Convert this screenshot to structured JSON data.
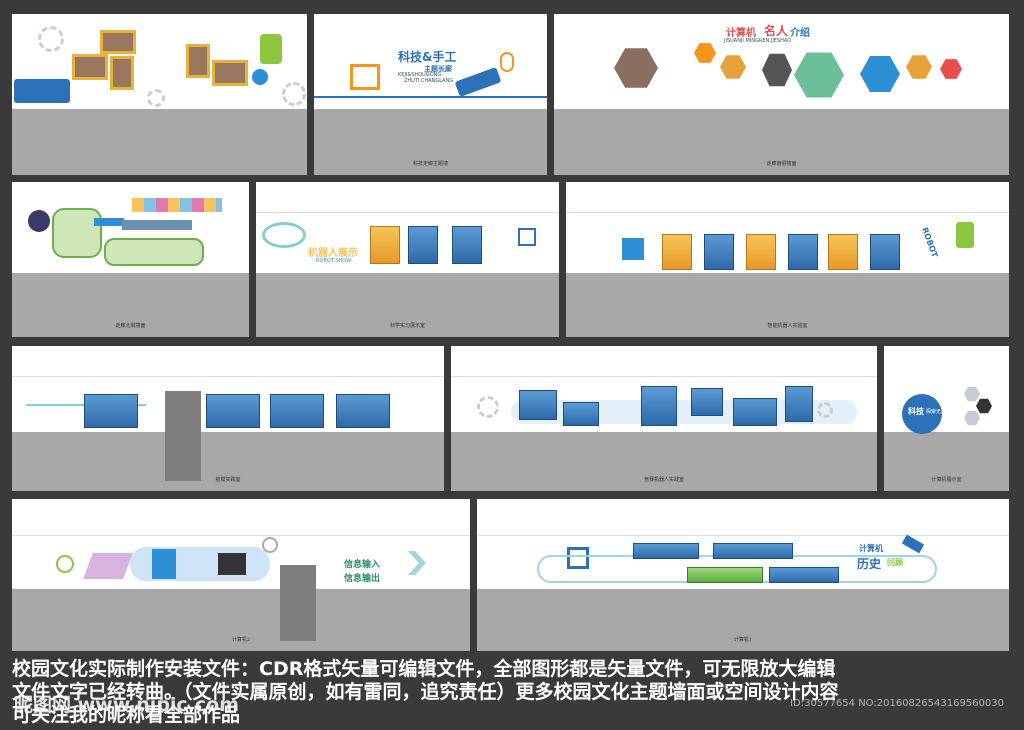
{
  "panels": [
    {
      "id": "p1",
      "caption": "",
      "titles": []
    },
    {
      "id": "p2",
      "caption": "科技走廊主题墙",
      "titles": [
        "科技&手工",
        "主题长廊",
        "KEJI&SHOUGONG",
        "ZHUTI CHANGLANG"
      ]
    },
    {
      "id": "p3",
      "caption": "走廊南侧墙面",
      "titles": [
        "计算机",
        "名人",
        "介绍",
        "JISUANJI MINGREN JIESHAO"
      ]
    },
    {
      "id": "p4",
      "caption": "走廊北侧墙面",
      "titles": []
    },
    {
      "id": "p5",
      "caption": "科学实习展示室",
      "titles": [
        "机器人展示",
        "ROBOT SHOW"
      ]
    },
    {
      "id": "p6",
      "caption": "智能机器人实验室",
      "titles": [
        "ROBOT"
      ]
    },
    {
      "id": "p7",
      "caption": "航模实践室",
      "titles": []
    },
    {
      "id": "p8",
      "caption": "竞赛机器人实践室",
      "titles": []
    },
    {
      "id": "p9",
      "caption": "计算机展示室",
      "titles": [
        "科技",
        "探索无止境"
      ]
    },
    {
      "id": "p10",
      "caption": "计算机2",
      "titles": [
        "信息输入",
        "信息输出"
      ]
    },
    {
      "id": "p11",
      "caption": "计算机1",
      "titles": [
        "计算机",
        "历史",
        "回顾"
      ]
    }
  ],
  "footer": {
    "line1": "校园文化实际制作安装文件：CDR格式矢量可编辑文件，全部图形都是矢量文件，可无限放大编辑",
    "line2": "文件文字已经转曲。（文件实属原创，如有雷同，追究责任）更多校园文化主题墙面或空间设计内容",
    "line3": "可关注我的昵称看全部作品",
    "watermark": "昵图网 www.nipic.com",
    "id_text": "ID:30577654 NO:20160826543169560030"
  }
}
